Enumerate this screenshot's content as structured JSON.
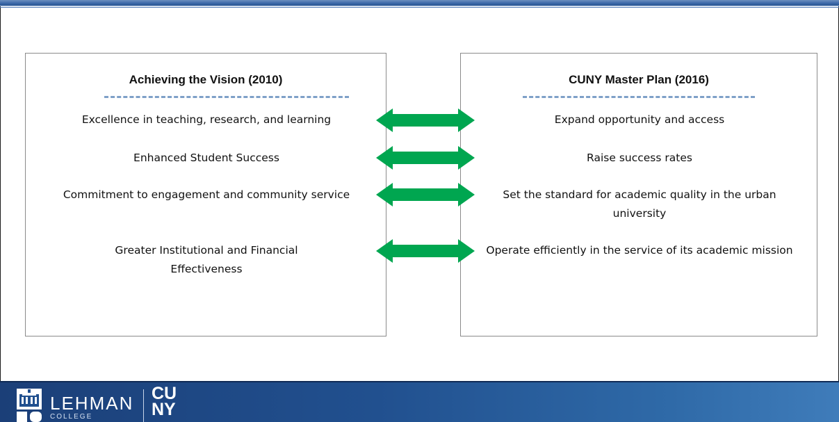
{
  "left_box": {
    "title": "Achieving the Vision (2010)",
    "items": [
      "Excellence in teaching, research, and learning",
      "Enhanced Student Success",
      "Commitment to engagement and community service",
      "Greater Institutional and Financial Effectiveness"
    ]
  },
  "right_box": {
    "title": "CUNY Master Plan (2016)",
    "items": [
      "Expand opportunity and access",
      "Raise success rates",
      "Set the standard for academic quality in the urban university",
      "Operate efficiently in the service of its academic mission"
    ]
  },
  "footer": {
    "lehman_logo_text": "LEHMAN",
    "lehman_logo_subtext": "COLLEGE",
    "cuny_logo_text_top": "CU",
    "cuny_logo_text_bottom": "NY"
  },
  "colors": {
    "arrow": "#00a650",
    "title_rule": "#7ea0c8",
    "footer_blue": "#21508f"
  }
}
